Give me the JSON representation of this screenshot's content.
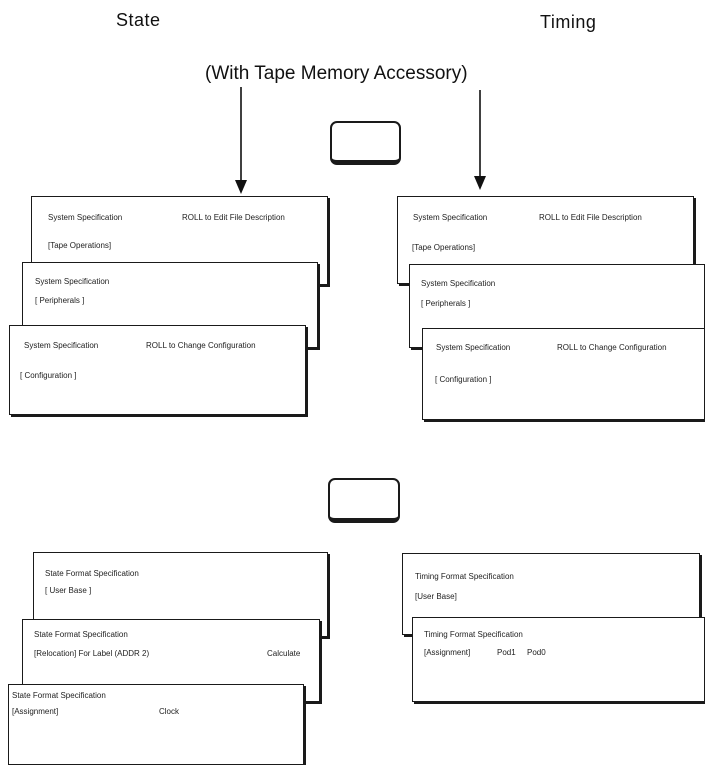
{
  "headers": {
    "left": "State",
    "right": "Timing"
  },
  "caption": "(With Tape Memory Accessory)",
  "state_system": {
    "tape": {
      "title": "System Specification",
      "roll": "ROLL to Edit File Description",
      "section": "[Tape Operations]"
    },
    "peripherals": {
      "title": "System Specification",
      "section": "[ Peripherals ]"
    },
    "configuration": {
      "title": "System Specification",
      "roll": "ROLL to Change Configuration",
      "section": "[ Configuration ]"
    }
  },
  "timing_system": {
    "tape": {
      "title": "System Specification",
      "roll": "ROLL to Edit File Description",
      "section": "[Tape Operations]"
    },
    "peripherals": {
      "title": "System Specification",
      "section": "[ Peripherals ]"
    },
    "configuration": {
      "title": "System Specification",
      "roll": "ROLL to Change Configuration",
      "section": "[ Configuration ]"
    }
  },
  "state_format": {
    "user_base": {
      "title": "State Format Specification",
      "section": "[ User Base ]"
    },
    "relocation": {
      "title": "State Format Specification",
      "section": "[Relocation] For Label (ADDR 2)",
      "right": "Calculate"
    },
    "assignment": {
      "title": "State Format Specification",
      "section": "[Assignment]",
      "clock": "Clock"
    }
  },
  "timing_format": {
    "user_base": {
      "title": "Timing Format Specification",
      "section": "[User Base]"
    },
    "assignment": {
      "title": "Timing Format Specification",
      "section": "[Assignment]",
      "pod1": "Pod1",
      "pod0": "Pod0"
    }
  }
}
